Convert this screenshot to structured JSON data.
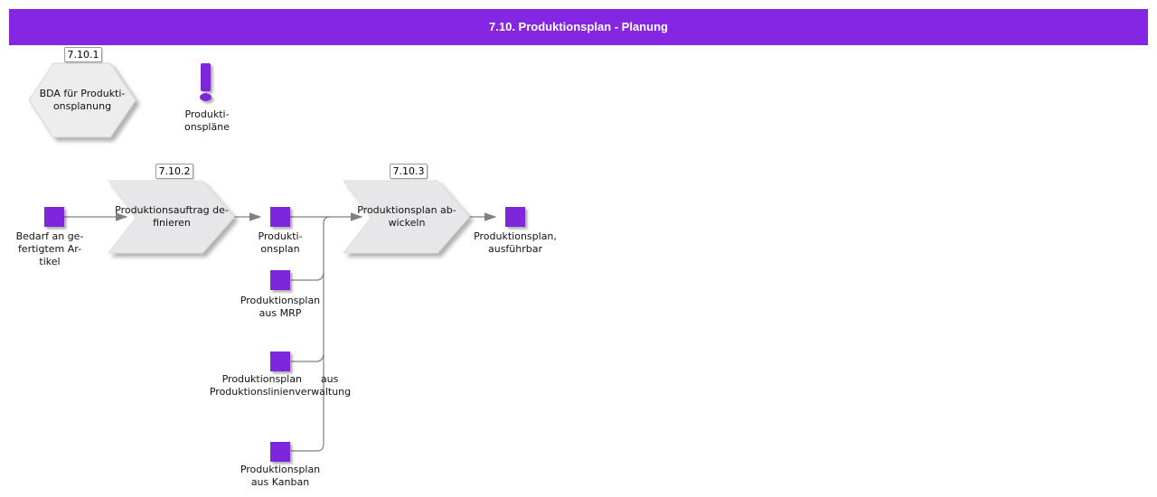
{
  "title": "7.10. Produktionsplan - Planung",
  "colors": {
    "header_purple": "#8527E2",
    "object_purple": "#7E27DB",
    "shape_gray": "#E7E7E9",
    "line_gray": "#808080"
  },
  "badges": {
    "b1": "7.10.1",
    "b2": "7.10.2",
    "b3": "7.10.3"
  },
  "nodes": {
    "bda": {
      "lines": [
        "BDA für Produkti-",
        "onsplanung"
      ]
    },
    "produktionsplaene": {
      "lines": [
        "Produkti-",
        "onspläne"
      ]
    },
    "bedarf": {
      "lines": [
        "Bedarf an ge-",
        "fertigtem Ar-",
        "tikel"
      ]
    },
    "auftrag_definieren": {
      "lines": [
        "Produktionsauftrag de-",
        "finieren"
      ]
    },
    "produktionsplan": {
      "lines": [
        "Produkti-",
        "onsplan"
      ]
    },
    "plan_abwickeln": {
      "lines": [
        "Produktionsplan ab-",
        "wickeln"
      ]
    },
    "plan_ausfuehrbar": {
      "lines": [
        "Produktionsplan,",
        "ausführbar"
      ]
    },
    "plan_mrp": {
      "lines": [
        "Produktionsplan",
        "aus MRP"
      ]
    },
    "plan_linien": {
      "lines": [
        "Produktionsplan      aus",
        "Produktionslinienverwaltung"
      ]
    },
    "plan_kanban": {
      "lines": [
        "Produktionsplan",
        "aus Kanban"
      ]
    }
  }
}
